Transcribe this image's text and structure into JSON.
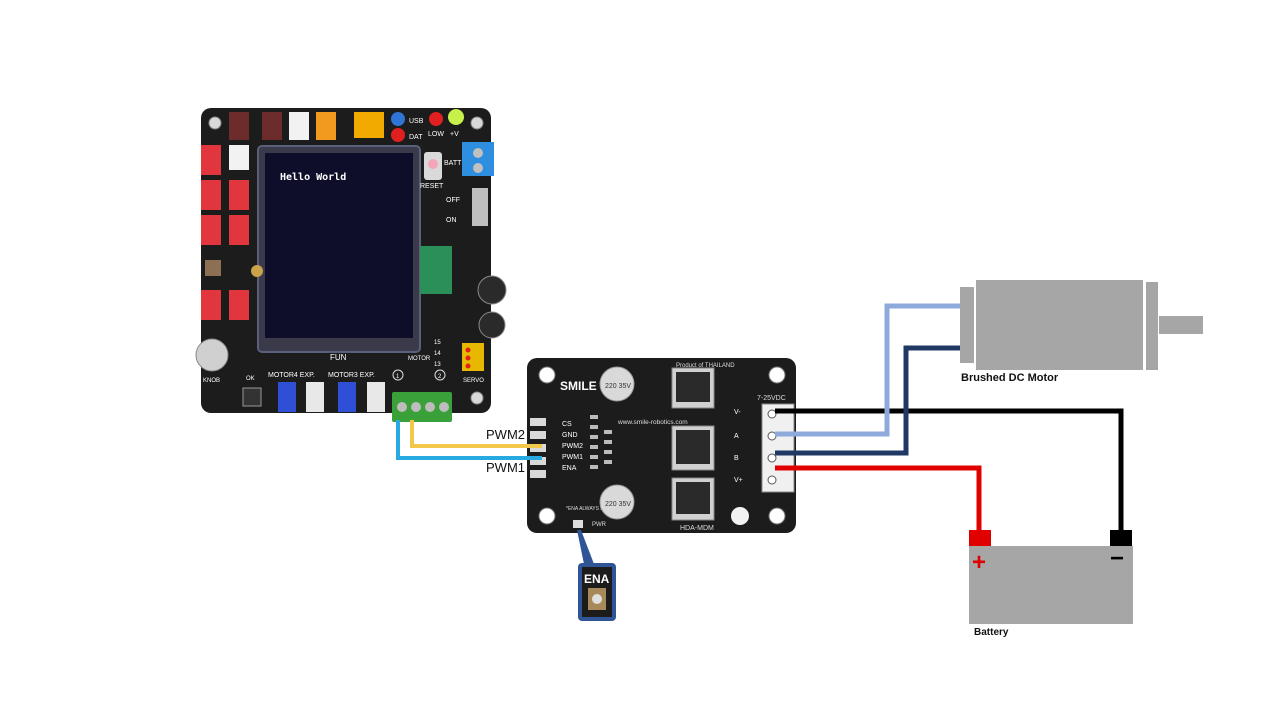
{
  "labels": {
    "pwm2": "PWM2",
    "pwm1": "PWM1",
    "motor": "Brushed DC Motor",
    "battery": "Battery",
    "ena_callout": "ENA"
  },
  "controller_board": {
    "lcd_text": "Hello World",
    "silk": {
      "usb": "USB",
      "dat": "DAT",
      "low": "LOW",
      "vplus": "+V",
      "batt": "BATT",
      "reset": "RESET",
      "off": "OFF",
      "on": "ON",
      "motor4": "MOTOR4 EXP.",
      "motor3": "MOTOR3 EXP.",
      "motor": "MOTOR",
      "servo": "SERVO",
      "knob": "KNOB",
      "ok": "OK",
      "fun": "FUN",
      "sv15": "15",
      "sv14": "14",
      "sv13": "13",
      "ch1": "1",
      "ch2": "2"
    }
  },
  "driver_board": {
    "brand": "SMILE",
    "product_of": "Product of THAILAND",
    "url": "www.smile-robotics.com",
    "model": "HDA-MDM",
    "voltage": "7-25VDC",
    "cap1": "220 35V",
    "cap2": "220 35V",
    "pins": [
      "CS",
      "GND",
      "PWM2",
      "PWM1",
      "ENA"
    ],
    "terminals": [
      "V-",
      "A",
      "B",
      "V+"
    ],
    "jumper_note": "*ENA ALWAYS HIGH",
    "pwr": "PWR"
  },
  "battery_symbols": {
    "plus": "+",
    "minus": "−"
  },
  "colors": {
    "wire_yellow": "#f3c84a",
    "wire_blue": "#29a9e1",
    "wire_light_blue": "#8eaadb",
    "wire_navy": "#1f3864",
    "wire_black": "#000000",
    "wire_red": "#e00000",
    "battery_body": "#a6a6a6",
    "motor_body": "#a6a6a6",
    "pcb_black": "#1c1c1c",
    "callout_border": "#2f5597"
  }
}
